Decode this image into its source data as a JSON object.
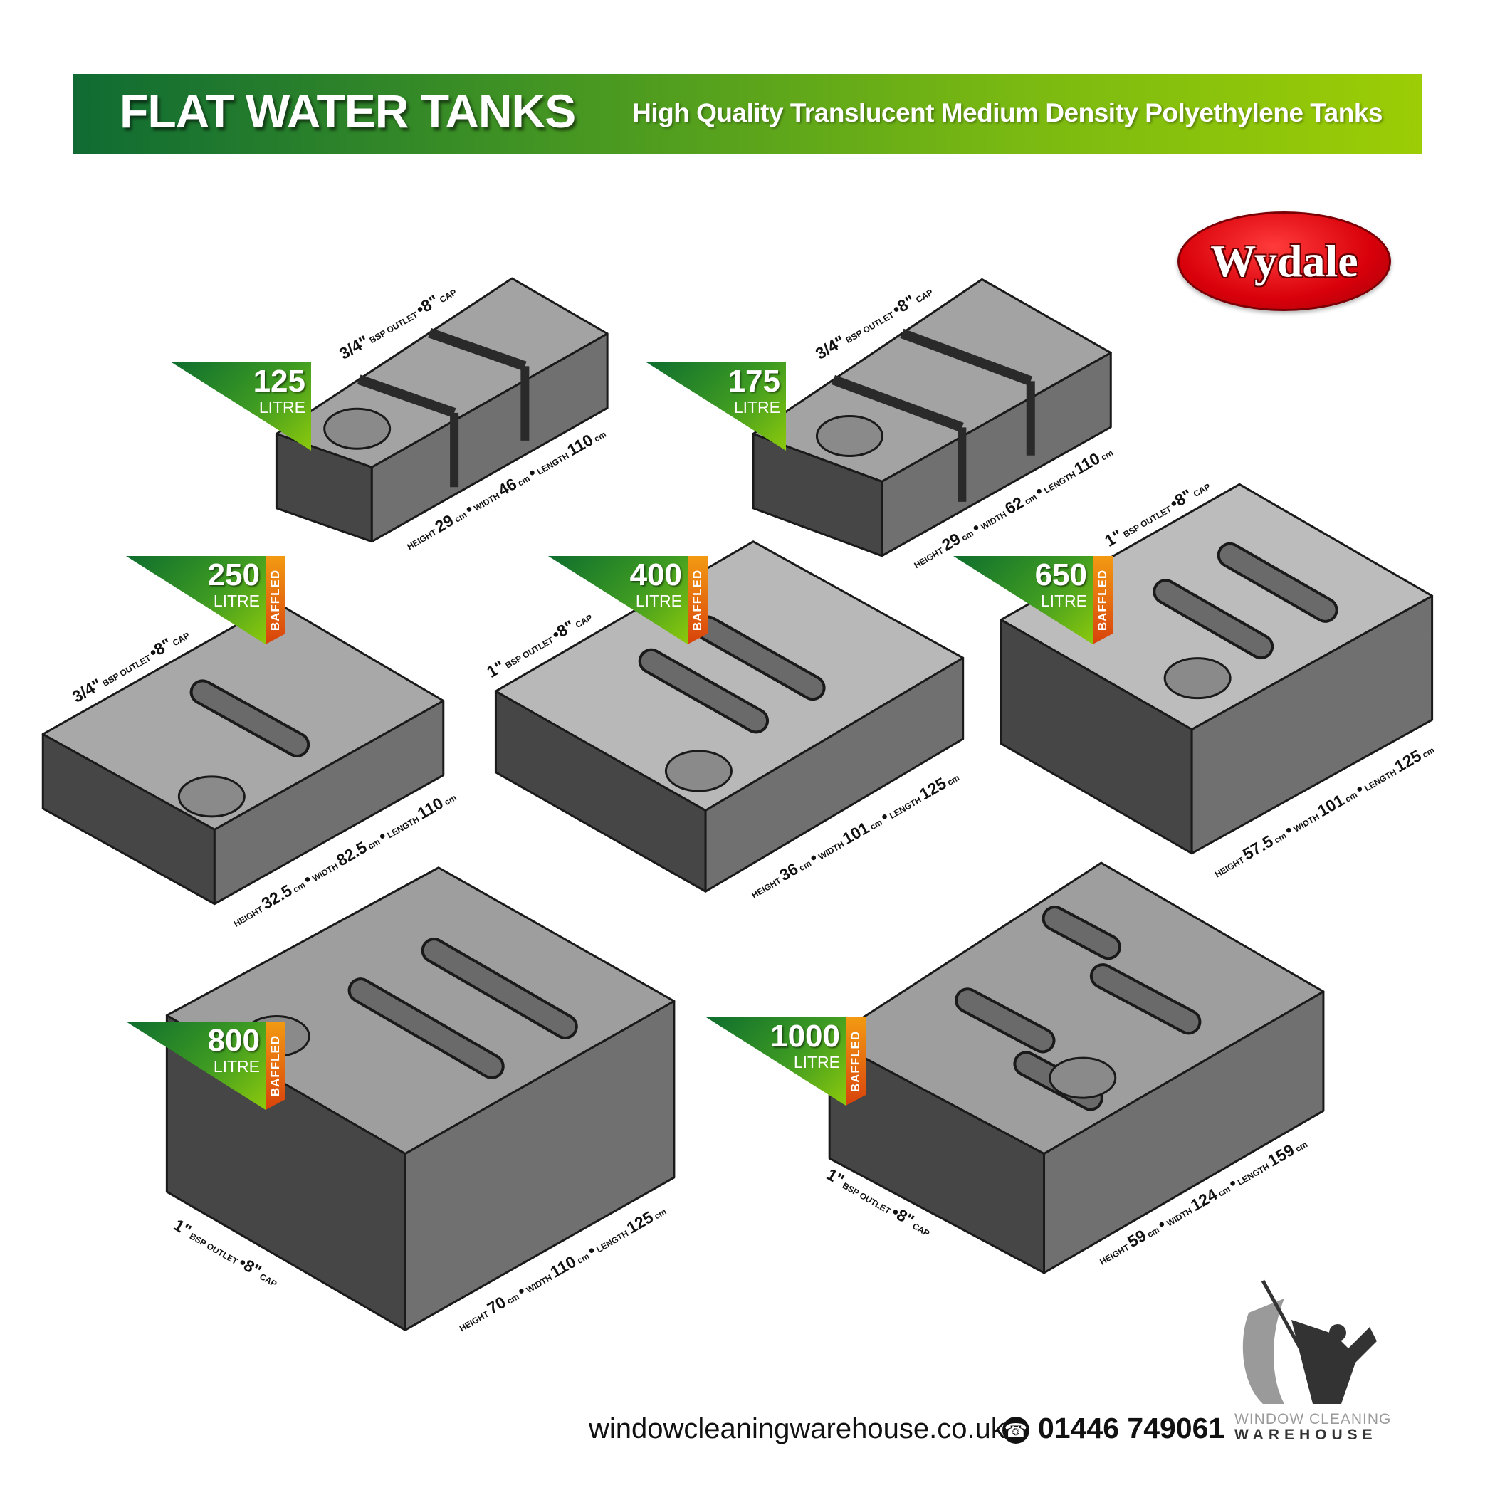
{
  "banner": {
    "title": "FLAT WATER TANKS",
    "subtitle": "High Quality Translucent Medium Density Polyethylene Tanks"
  },
  "brand_logo": {
    "text": "Wydale"
  },
  "words": {
    "height": "HEIGHT",
    "width": "WIDTH",
    "length": "LENGTH",
    "unit": "cm",
    "bsp": "BSP OUTLET",
    "cap": "CAP",
    "dot": "•",
    "litre": "LITRE",
    "baffled": "BAFFLED"
  },
  "tanks": [
    {
      "capacity": "125",
      "baffled": false,
      "outlet": "3/4\"",
      "cap": "8\"",
      "height": "29",
      "width": "46",
      "length": "110"
    },
    {
      "capacity": "175",
      "baffled": false,
      "outlet": "3/4\"",
      "cap": "8\"",
      "height": "29",
      "width": "62",
      "length": "110"
    },
    {
      "capacity": "250",
      "baffled": true,
      "outlet": "3/4\"",
      "cap": "8\"",
      "height": "32.5",
      "width": "82.5",
      "length": "110"
    },
    {
      "capacity": "400",
      "baffled": true,
      "outlet": "1\"",
      "cap": "8\"",
      "height": "36",
      "width": "101",
      "length": "125"
    },
    {
      "capacity": "650",
      "baffled": true,
      "outlet": "1\"",
      "cap": "8\"",
      "height": "57.5",
      "width": "101",
      "length": "125"
    },
    {
      "capacity": "800",
      "baffled": true,
      "outlet": "1\"",
      "cap": "8\"",
      "height": "70",
      "width": "110",
      "length": "125"
    },
    {
      "capacity": "1000",
      "baffled": true,
      "outlet": "1\"",
      "cap": "8\"",
      "height": "59",
      "width": "124",
      "length": "159"
    }
  ],
  "footer": {
    "website": "windowcleaningwarehouse.co.uk",
    "phone_icon": "telephone-icon",
    "phone": "01446 749061",
    "logo_line1": "WINDOW CLEANING",
    "logo_line2": "WAREHOUSE"
  },
  "colors": {
    "banner_start": "#0f6b33",
    "banner_end": "#9ccd05",
    "badge_green": "#3d9a22",
    "baffled_orange": "#e8660f",
    "wydale_red": "#d8000a"
  }
}
